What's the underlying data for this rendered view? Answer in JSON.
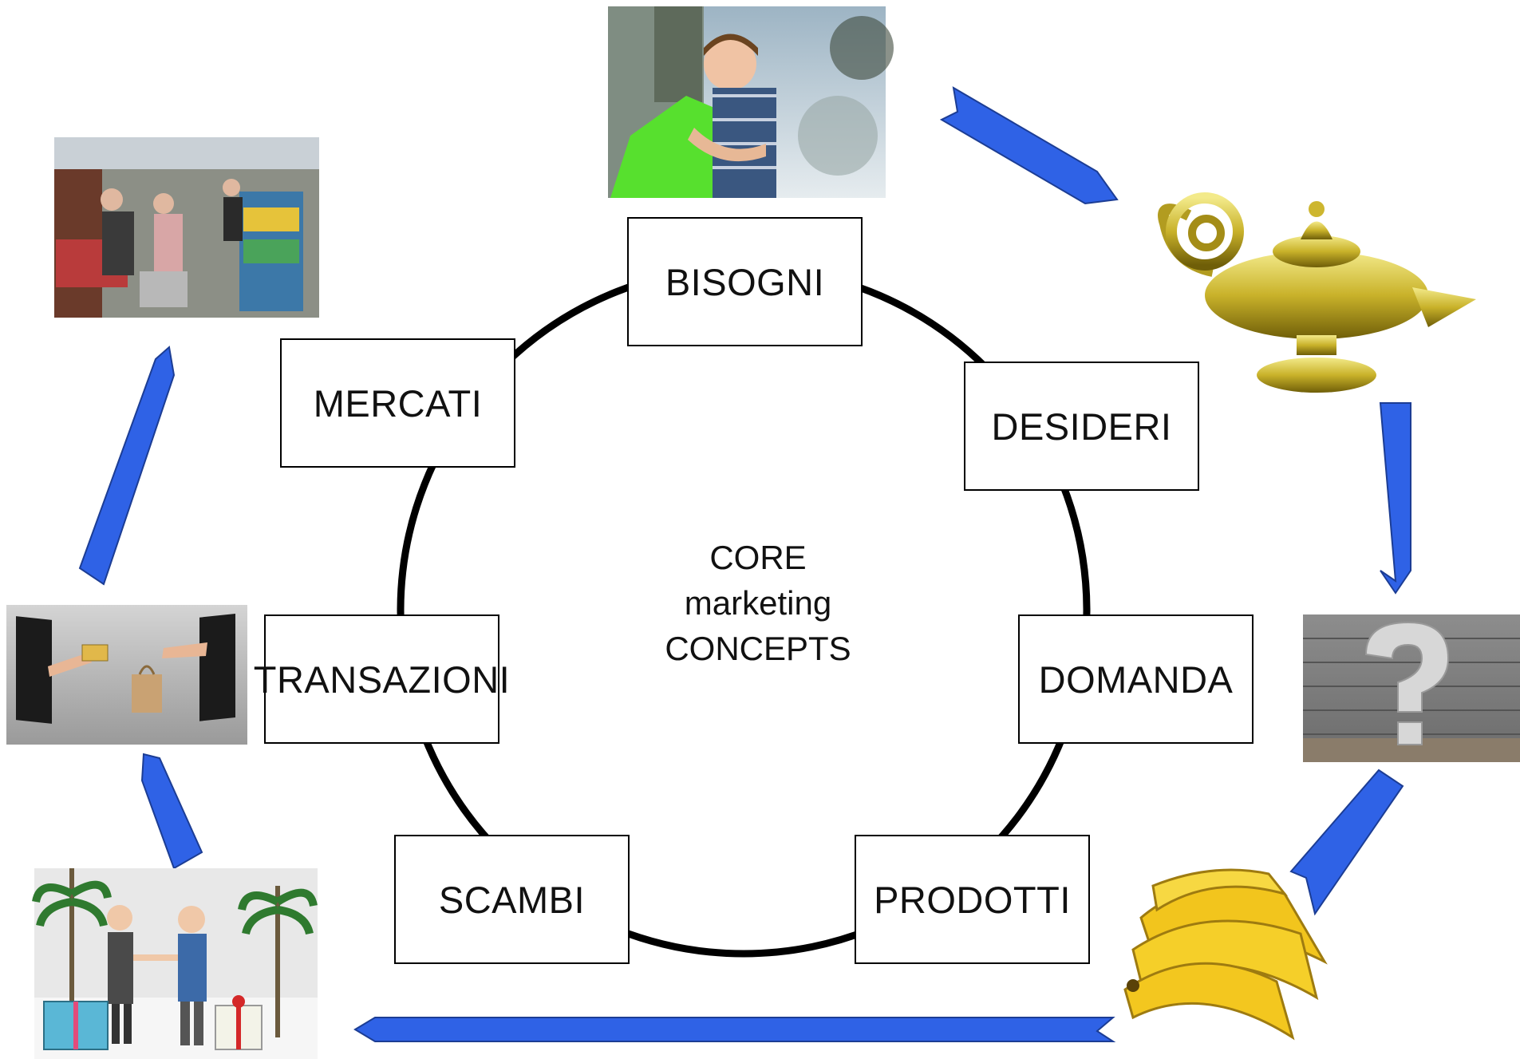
{
  "diagram": {
    "center_lines": [
      "CORE",
      "marketing",
      "CONCEPTS"
    ],
    "concepts": {
      "bisogni": "BISOGNI",
      "desideri": "DESIDERI",
      "domanda": "DOMANDA",
      "prodotti": "PRODOTTI",
      "scambi": "SCAMBI",
      "transazioni": "TRANSAZIONI",
      "mercati": "MERCATI"
    },
    "colors": {
      "arrow": "#2f62e6",
      "arrow_outline": "#1c3d94",
      "ring": "#000000",
      "box_border": "#000000"
    },
    "pictures": [
      {
        "icon": "hug-photo"
      },
      {
        "icon": "magic-lamp"
      },
      {
        "icon": "question-mark-wall"
      },
      {
        "icon": "bananas"
      },
      {
        "icon": "handshake-gifts"
      },
      {
        "icon": "online-purchase"
      },
      {
        "icon": "market-photo"
      }
    ]
  }
}
